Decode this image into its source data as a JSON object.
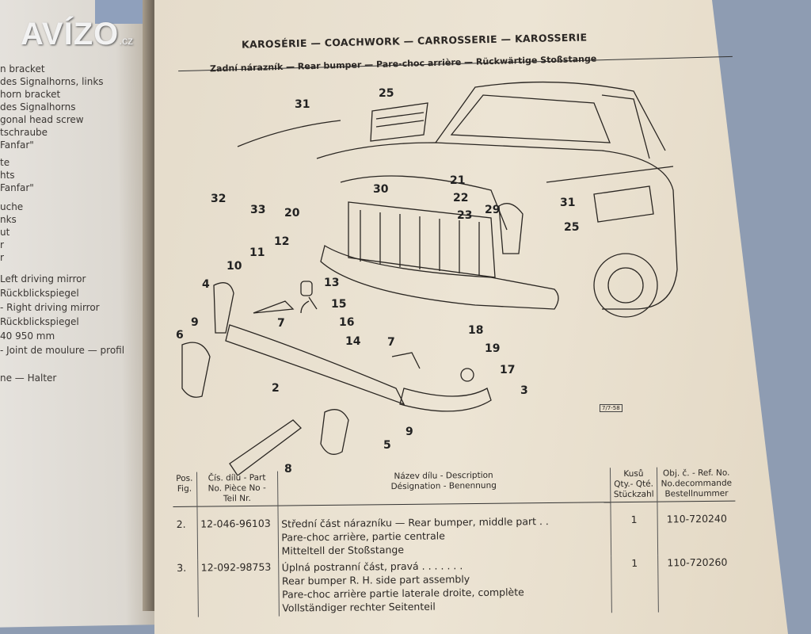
{
  "watermark": {
    "brand": "AVÍZO",
    "suffix": ".cz"
  },
  "left_page": {
    "lines": [
      "n bracket",
      "des Signalhorns, links",
      "horn bracket",
      "des Signalhorns",
      "gonal head screw",
      "tschraube",
      "Fanfar\"",
      "te",
      "hts",
      "Fanfar\"",
      "uche",
      "nks",
      "ut",
      "r",
      "r",
      "Left driving mirror",
      "Rückblickspiegel",
      "- Right driving mirror",
      "Rückblickspiegel",
      "40 950 mm",
      "- Joint de moulure — profil",
      "ne — Halter"
    ]
  },
  "header": {
    "section": "KAROSÉRIE — COACHWORK — CARROSSERIE — KAROSSERIE",
    "subsection": "Zadní nárazník — Rear bumper — Pare-choc arrière — Rückwärtige Stoßstange"
  },
  "diagram": {
    "callouts": [
      "31",
      "25",
      "21",
      "22",
      "23",
      "30",
      "29",
      "20",
      "32",
      "33",
      "31",
      "25",
      "12",
      "11",
      "10",
      "4",
      "13",
      "15",
      "16",
      "14",
      "7",
      "9",
      "6",
      "18",
      "7",
      "19",
      "17",
      "2",
      "3",
      "9",
      "5",
      "8"
    ],
    "scale_mark": "7/7-58"
  },
  "table": {
    "headers": {
      "pos": "Pos. Fig.",
      "part_no": "Čís. dílu - Part No. Pièce No - Teil Nr.",
      "description_1": "Název dílu - Description",
      "description_2": "Désignation - Benennung",
      "qty": "Kusů Qty.- Qté. Stückzahl",
      "ref": "Obj. č. - Ref. No. No.decommande Bestellnummer"
    },
    "rows": [
      {
        "pos": "2.",
        "part_no": "12-046-96103",
        "lines": [
          "Střední část nárazníku — Rear bumper, middle part  .  .",
          "Pare-choc arrière, partie centrale",
          "Mitteltell der Stoßstange"
        ],
        "qty": "1",
        "ref": "110-720240"
      },
      {
        "pos": "3.",
        "part_no": "12-092-98753",
        "lines": [
          "Úplná postranní část, pravá  .  .  .  .  .  .  .",
          "Rear bumper R. H. side part assembly",
          "Pare-choc arrière partie laterale droite, complète",
          "Vollständiger rechter Seitenteil"
        ],
        "qty": "1",
        "ref": "110-720260"
      }
    ]
  }
}
